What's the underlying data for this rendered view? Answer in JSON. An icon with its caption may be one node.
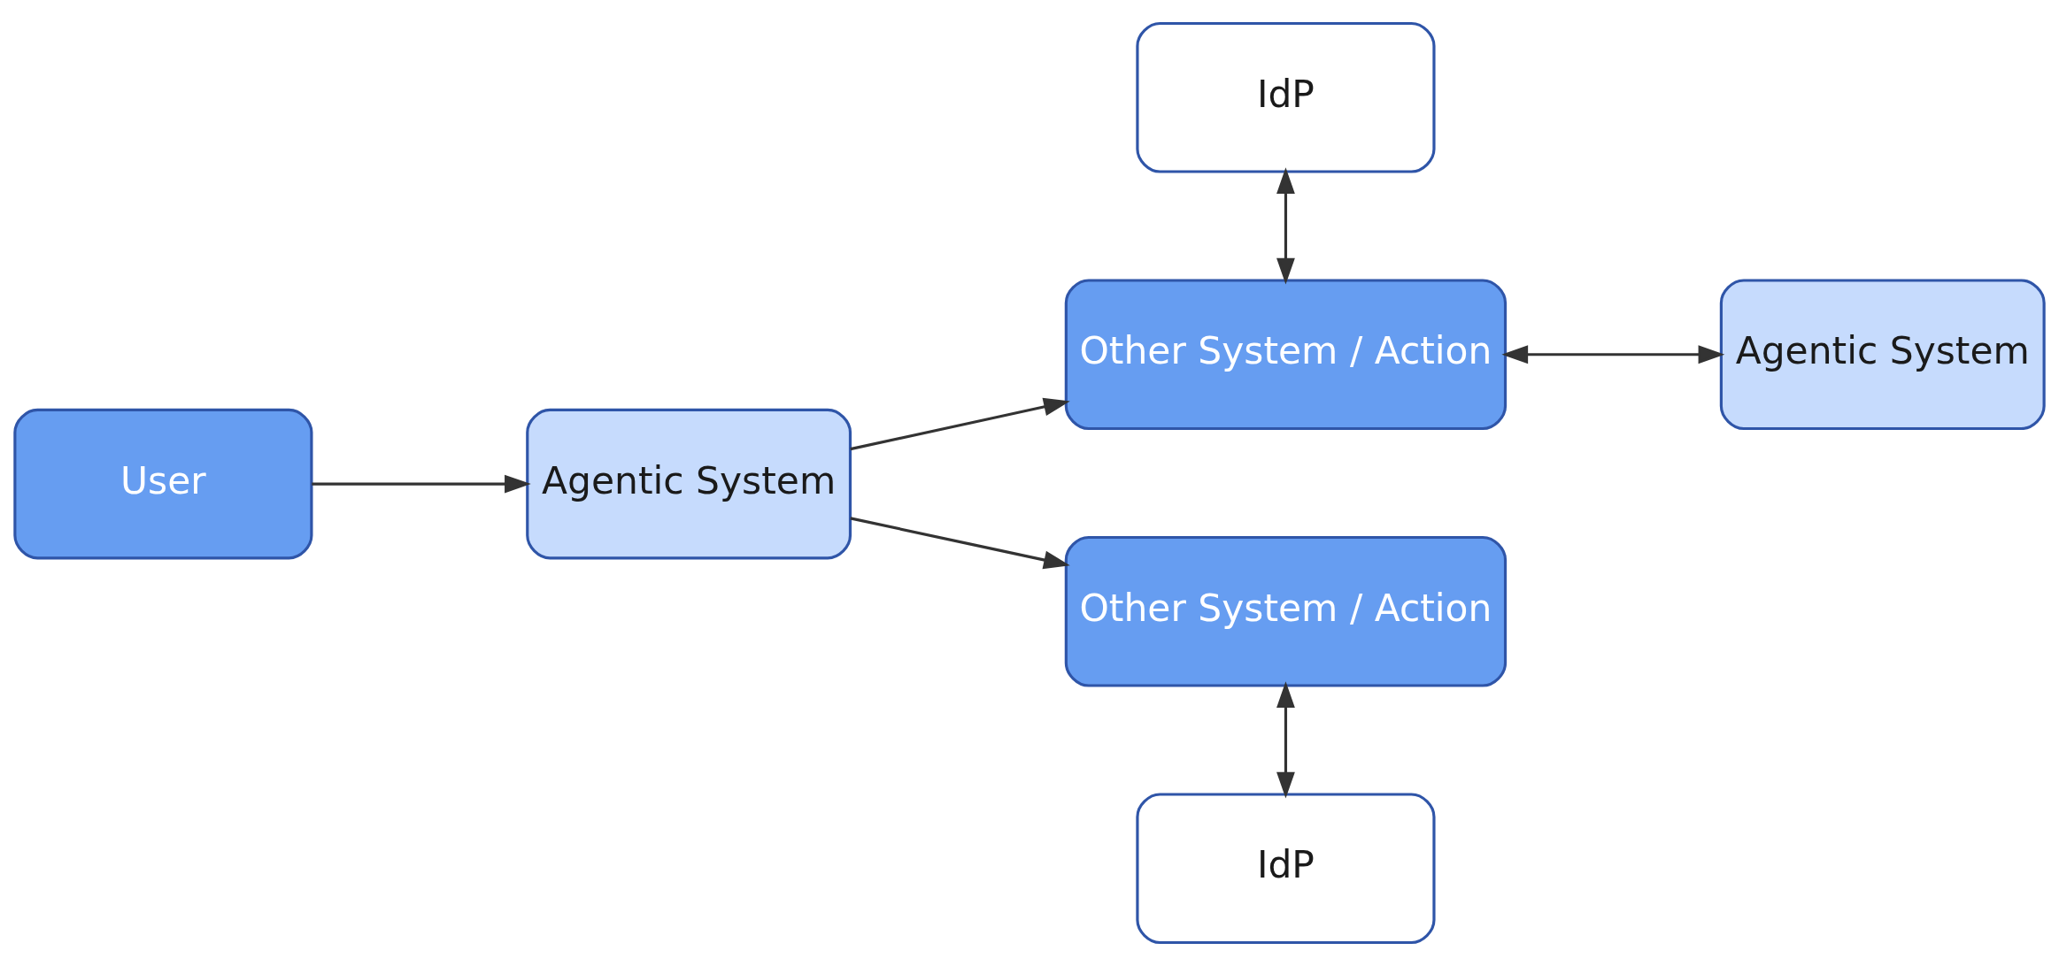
{
  "diagram": {
    "nodes": [
      {
        "text": [
          "IdP"
        ]
      },
      {
        "text": [
          "User"
        ]
      },
      {
        "text": [
          "Agentic System"
        ]
      },
      {
        "text": [
          "Other System / Action"
        ]
      },
      {
        "text": [
          "Agentic System"
        ]
      },
      {
        "text": [
          "Other System / Action"
        ]
      },
      {
        "text": [
          "IdP"
        ]
      }
    ],
    "edges": [
      {
        "from": 1,
        "to": 2,
        "arrow": "to"
      },
      {
        "from": 2,
        "to": 3,
        "arrow": "to"
      },
      {
        "from": 0,
        "to": 3,
        "arrow": "both"
      },
      {
        "from": 3,
        "to": 4,
        "arrow": "both"
      },
      {
        "from": 2,
        "to": 5,
        "arrow": "to"
      },
      {
        "from": 5,
        "to": 6,
        "arrow": "both"
      }
    ]
  }
}
